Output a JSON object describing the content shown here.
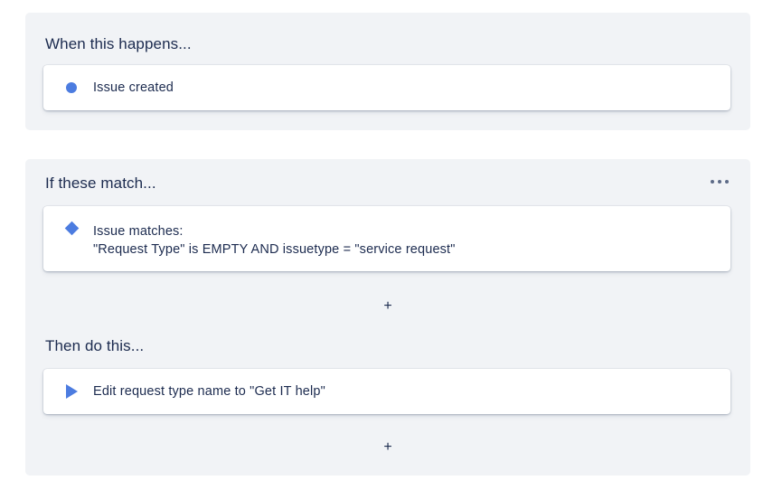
{
  "automation_rule": {
    "trigger_section": {
      "heading": "When this happens...",
      "item": {
        "icon": "blue-circle-icon",
        "label": "Issue created"
      }
    },
    "condition_section": {
      "heading": "If these match...",
      "overflow_menu_icon": "three-dots-icon",
      "item": {
        "icon": "blue-diamond-icon",
        "label": "Issue matches:",
        "detail": "\"Request Type\" is EMPTY AND issuetype = \"service request\""
      },
      "add_condition_label": "+"
    },
    "action_section": {
      "heading": "Then do this...",
      "item": {
        "icon": "blue-play-triangle-icon",
        "label": "Edit request type name to \"Get IT help\""
      },
      "add_action_label": "+"
    }
  },
  "colors": {
    "accent_blue": "#4c7ce0",
    "text_navy": "#1c2b4f",
    "panel_bg": "#f1f3f6",
    "card_bg": "#ffffff",
    "page_bg": "#ffffff",
    "menu_dot": "#5d6b87"
  }
}
